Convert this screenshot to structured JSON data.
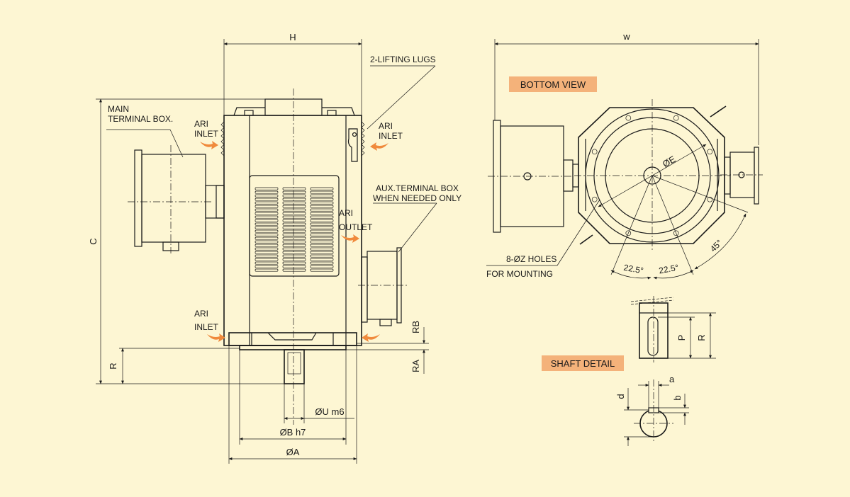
{
  "colors": {
    "background": "#fdf6d3",
    "line": "#1a1a1a",
    "label_tag": "#f4b27a",
    "airflow_arrow": "#f08a3c"
  },
  "side_view": {
    "dims": {
      "H": "H",
      "C": "C",
      "R": "R",
      "RB": "RB",
      "RA": "RA",
      "U": "ØU m6",
      "B": "ØB h7",
      "A": "ØA"
    },
    "labels": {
      "lifting_lugs": "2-LIFTING LUGS",
      "main_terminal_1": "MAIN",
      "main_terminal_2": "TERMINAL BOX.",
      "aux_terminal_1": "AUX.TERMINAL BOX",
      "aux_terminal_2": "WHEN NEEDED ONLY",
      "air_word": "ARI",
      "inlet": "INLET",
      "outlet": "OUTLET"
    }
  },
  "bottom_view": {
    "title": "BOTTOM VIEW",
    "dims": {
      "W": "w",
      "E": "ØE",
      "angle_a": "22.5°",
      "angle_b": "22.5°",
      "angle_c": "45°"
    },
    "holes_1": "8-ØZ HOLES",
    "holes_2": "FOR MOUNTING"
  },
  "shaft_detail": {
    "title": "SHAFT DETAIL",
    "dims": {
      "P": "P",
      "R": "R",
      "a": "a",
      "b": "b",
      "d": "d"
    }
  }
}
